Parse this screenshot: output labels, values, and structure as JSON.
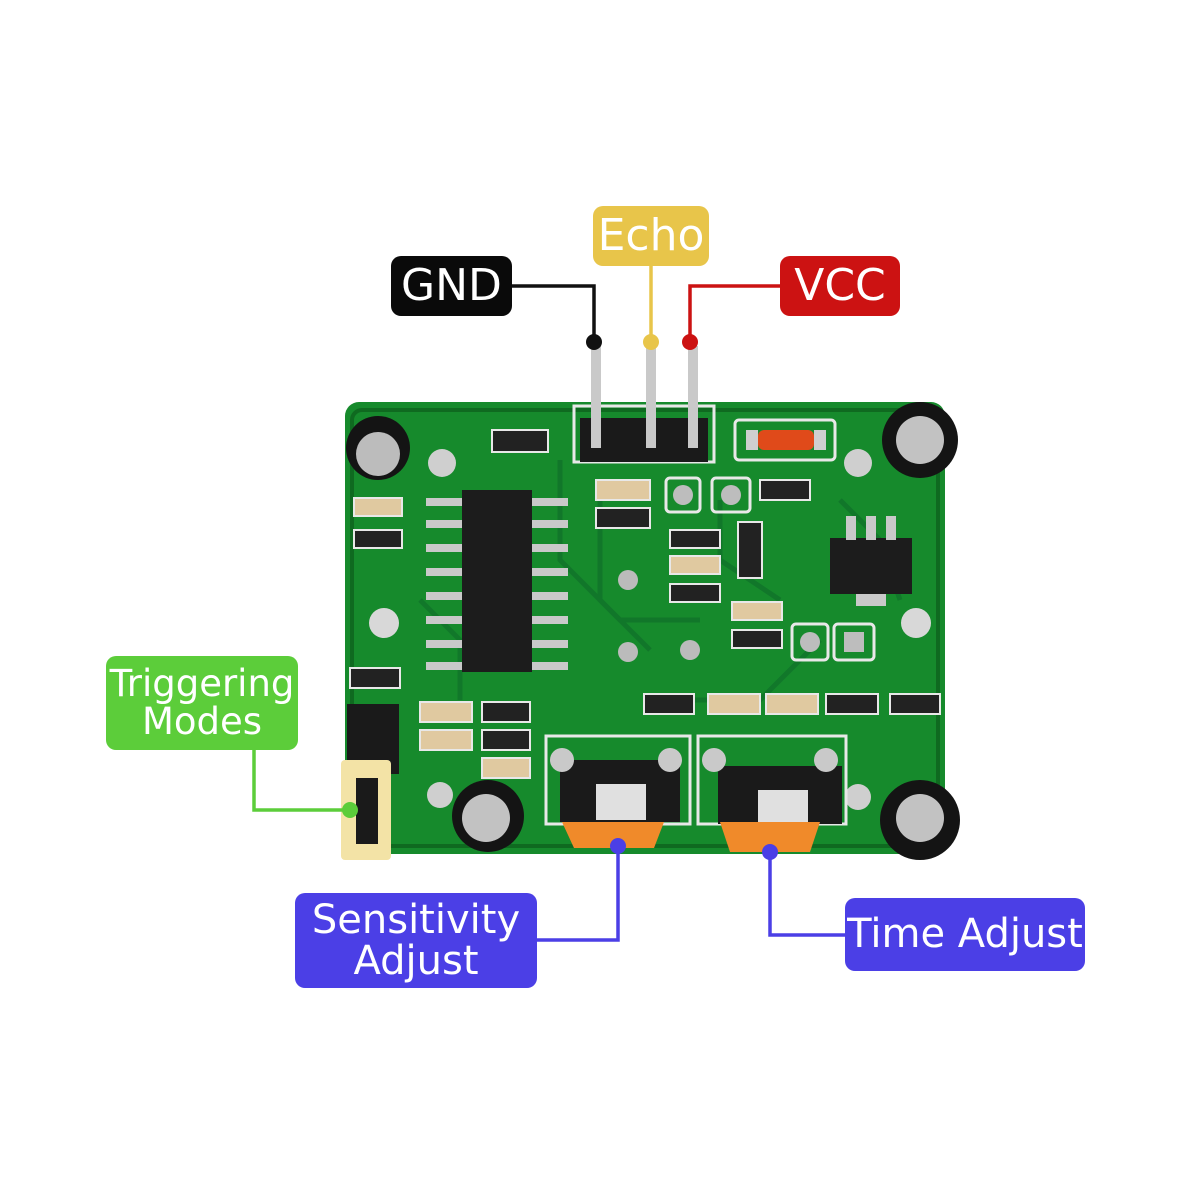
{
  "labels": {
    "gnd": "GND",
    "echo": "Echo",
    "vcc": "VCC",
    "triggering": "Triggering\nModes",
    "sensitivity": "Sensitivity\nAdjust",
    "time": "Time Adjust"
  },
  "colors": {
    "gnd_bg": "#0a0a0a",
    "gnd_text": "#ffffff",
    "echo_bg": "#e8c54a",
    "echo_text": "#ffffff",
    "vcc_bg": "#cc1212",
    "vcc_text": "#ffffff",
    "trig_bg": "#5ccd3a",
    "trig_text": "#ffffff",
    "sens_bg": "#4b3fe6",
    "sens_text": "#ffffff",
    "time_bg": "#4b3fe6",
    "time_text": "#ffffff",
    "pcb": "#168a2c",
    "pcb_dark": "#0f6a20",
    "solder": "#c9c9c9",
    "chip": "#1c1c1c",
    "pot_orange": "#f08a2a",
    "jumper": "#f3e3a6"
  }
}
